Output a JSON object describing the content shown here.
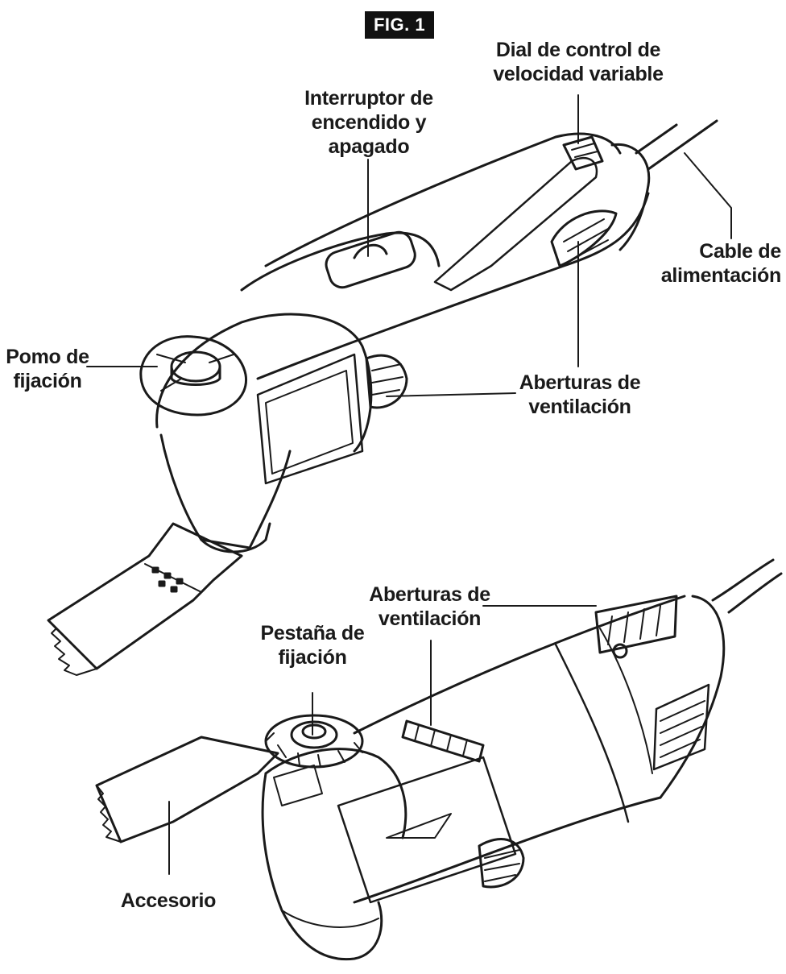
{
  "figure": {
    "badge": "FIG. 1"
  },
  "labels": {
    "dial": [
      "Dial de control de",
      "velocidad variable"
    ],
    "switch": [
      "Interruptor de",
      "encendido y",
      "apagado"
    ],
    "cable": [
      "Cable de",
      "alimentación"
    ],
    "knob": [
      "Pomo de",
      "fijación"
    ],
    "vents_top": [
      "Aberturas de",
      "ventilación"
    ],
    "vents_bottom": [
      "Aberturas de",
      "ventilación"
    ],
    "flange": [
      "Pestaña de",
      "fijación"
    ],
    "accessory": "Accesorio"
  },
  "colors": {
    "line": "#1a1a1a",
    "badge_bg": "#111111",
    "badge_text": "#ffffff"
  }
}
